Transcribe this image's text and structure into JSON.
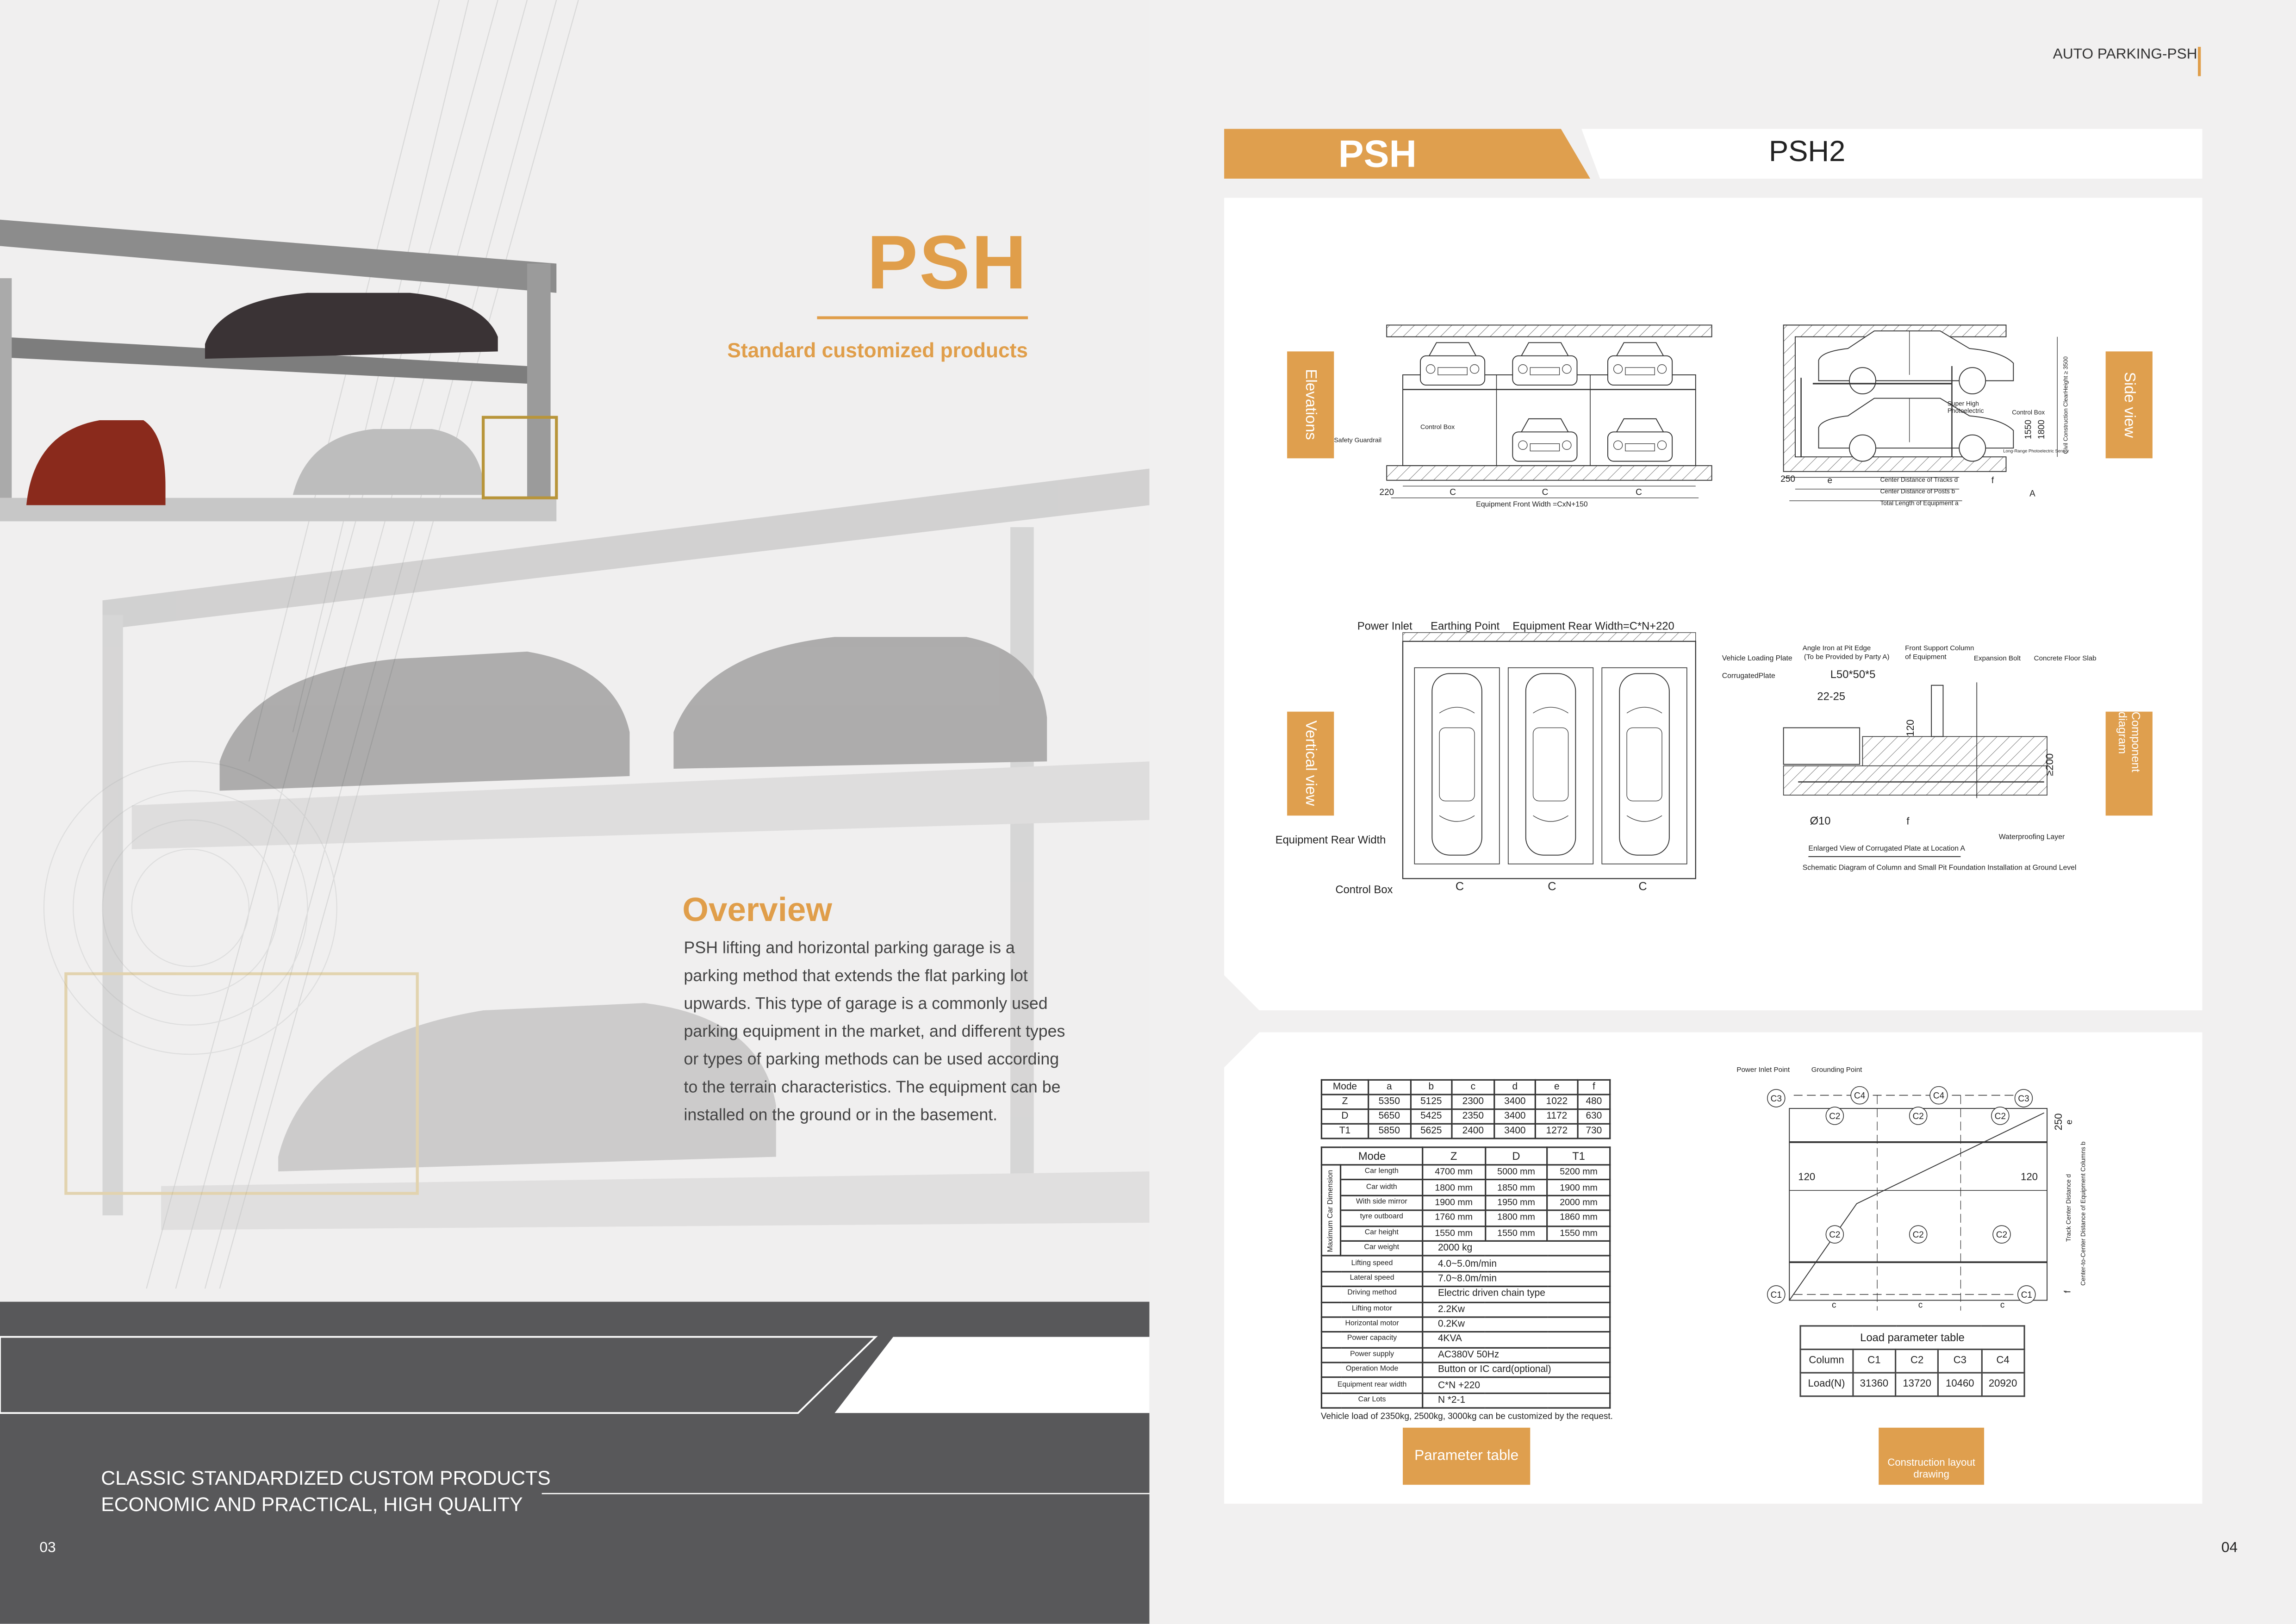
{
  "left_page": {
    "title": "PSH",
    "subtitle": "Standard customized products",
    "overview_heading": "Overview",
    "overview_text": "PSH lifting and horizontal parking garage is a parking method that extends the flat parking lot upwards. This type of garage is a commonly used parking equipment in the market, and different types or types of parking methods can be used according to the terrain characteristics. The equipment can be installed on the ground or in the basement.",
    "slogan_line1": "CLASSIC STANDARDIZED CUSTOM PRODUCTS",
    "slogan_line2": "ECONOMIC AND PRACTICAL, HIGH QUALITY",
    "page_number": "03"
  },
  "right_page": {
    "brand": "AUTO PARKING-PSH",
    "header_series": "PSH",
    "header_model": "PSH2",
    "page_number": "04",
    "tabs": {
      "elevations": "Elevations",
      "side_view": "Side view",
      "vertical_view": "Vertical view",
      "component_diagram": "Component diagram"
    },
    "buttons": {
      "parameter_table": "Parameter table",
      "construction_layout": "Construction layout drawing"
    }
  },
  "elevations": {
    "safety_guardrail": "Safety Guardrail",
    "control_box": "Control Box",
    "dim_220": "220",
    "dim_c": "C",
    "front_width": "Equipment Front Width  =CxN+150"
  },
  "side_view": {
    "super_high_1": "Super High",
    "super_high_2": "Photoelectric",
    "control_box": "Control Box",
    "dim_1550": "1550",
    "dim_1800": "1800",
    "clear_height": "Civil Construction ClearHeight ≥ 3500",
    "long_range": "Long-Range Photoelectric Sensor",
    "dim_250": "250",
    "dim_e": "e",
    "dim_f": "f",
    "tracks": "Center Distance of Tracks d",
    "posts": "Center Distance of Posts b",
    "total": "Total Length of Equipment a",
    "location_a": "A"
  },
  "vertical_view": {
    "power_inlet": "Power Inlet",
    "earthing_point": "Earthing Point",
    "rear_width_formula": "Equipment Rear Width=C*N+220",
    "rear_width": "Equipment Rear Width",
    "control_box": "Control Box",
    "dim_c": "C"
  },
  "component": {
    "vehicle_loading_plate": "Vehicle Loading Plate",
    "corrugated_plate": "CorrugatedPlate",
    "angle_iron_1": "Angle Iron at Pit Edge",
    "angle_iron_2": "(To be Provided by Party A)",
    "front_support_1": "Front Support Column",
    "front_support_2": "of Equipment",
    "expansion_bolt": "Expansion Bolt",
    "concrete_slab": "Concrete Floor Slab",
    "angle_size": "L50*50*5",
    "dim_22_25": "22-25",
    "dim_120": "120",
    "dim_200": "≥200",
    "dim_phi10": "Ø10",
    "dim_f": "f",
    "waterproofing": "Waterproofing Layer",
    "enlarged_caption": "Enlarged View of Corrugated Plate at Location A",
    "schematic_caption": "Schematic Diagram of Column and Small Pit Foundation Installation at Ground Level"
  },
  "parameter_table": {
    "dims_header": [
      "Mode",
      "a",
      "b",
      "c",
      "d",
      "e",
      "f"
    ],
    "dims_rows": [
      [
        "Z",
        "5350",
        "5125",
        "2300",
        "3400",
        "1022",
        "480"
      ],
      [
        "D",
        "5650",
        "5425",
        "2350",
        "3400",
        "1172",
        "630"
      ],
      [
        "T1",
        "5850",
        "5625",
        "2400",
        "3400",
        "1272",
        "730"
      ]
    ],
    "spec_header": [
      "Mode",
      "Z",
      "D",
      "T1"
    ],
    "car_dimension_group": "Maximum Car Dimension",
    "car_rows": [
      [
        "Car length",
        "4700 mm",
        "5000 mm",
        "5200 mm"
      ],
      [
        "Car width",
        "1800 mm",
        "1850 mm",
        "1900 mm"
      ],
      [
        "With side mirror",
        "1900 mm",
        "1950 mm",
        "2000 mm"
      ],
      [
        "tyre outboard",
        "1760 mm",
        "1800 mm",
        "1860 mm"
      ],
      [
        "Car height",
        "1550 mm",
        "1550 mm",
        "1550 mm"
      ]
    ],
    "car_weight": [
      "Car weight",
      "2000 kg"
    ],
    "spec_rows": [
      [
        "Lifting speed",
        "4.0~5.0m/min"
      ],
      [
        "Lateral speed",
        "7.0~8.0m/min"
      ],
      [
        "Driving method",
        "Electric driven chain type"
      ],
      [
        "Lifting motor",
        "2.2Kw"
      ],
      [
        "Horizontal motor",
        "0.2Kw"
      ],
      [
        "Power capacity",
        "4KVA"
      ],
      [
        "Power supply",
        "AC380V  50Hz"
      ],
      [
        "Operation Mode",
        "Button or IC card(optional)"
      ],
      [
        "Equipment rear width",
        "C*N +220"
      ],
      [
        "Car Lots",
        "N *2-1"
      ]
    ],
    "note": "Vehicle load of 2350kg, 2500kg, 3000kg can be customized by the request."
  },
  "construction_layout": {
    "power_inlet_point": "Power Inlet Point",
    "grounding_point": "Grounding Point",
    "labels": {
      "c1": "C1",
      "c2": "C2",
      "c3": "C3",
      "c4": "C4"
    },
    "dim_120": "120",
    "dim_250": "250",
    "dim_e": "e",
    "dim_f": "f",
    "dim_c": "c",
    "track_center": "Track Center Distance d",
    "column_center": "Center-to-Center Distance of Equipment Columns b"
  },
  "load_table": {
    "title": "Load parameter table",
    "header": [
      "Column",
      "C1",
      "C2",
      "C3",
      "C4"
    ],
    "row": [
      "Load(N)",
      "31360",
      "13720",
      "10460",
      "20920"
    ]
  },
  "colors": {
    "accent": "#df9f4e",
    "band": "#58585a",
    "background": "#f1f0f0"
  }
}
